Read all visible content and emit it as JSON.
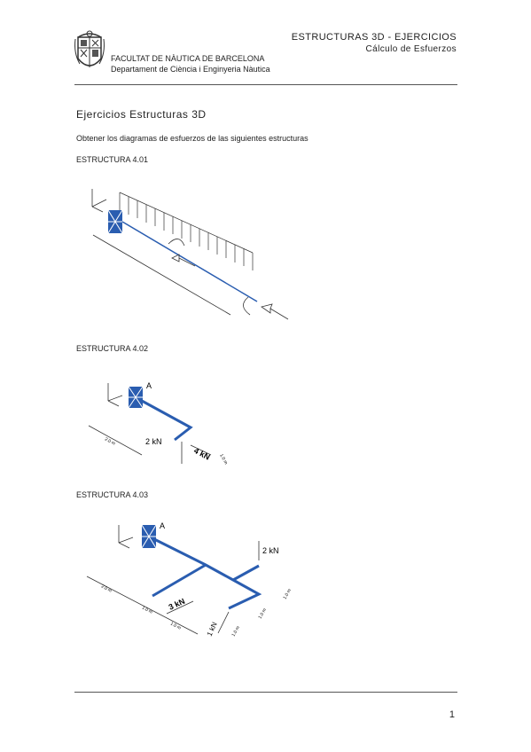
{
  "header": {
    "doc_title": "ESTRUCTURAS 3D - EJERCICIOS",
    "doc_subtitle": "Cálculo de Esfuerzos",
    "faculty": "FACULTAT DE NÀUTICA DE BARCELONA",
    "department": "Departament de Ciència i Enginyeria Nàutica"
  },
  "content": {
    "title": "Ejercicios Estructuras 3D",
    "intro": "Obtener los diagramas de esfuerzos de las siguientes estructuras",
    "structures": [
      {
        "label": "ESTRUCTURA 4.01"
      },
      {
        "label": "ESTRUCTURA 4.02",
        "support": "A",
        "dim": "2.0 m",
        "dim2": "1.0 m",
        "load1": "2 kN",
        "load2": "4 kN"
      },
      {
        "label": "ESTRUCTURA 4.03",
        "support": "A",
        "dim1": "2.0 m",
        "dim2": "1.0 m",
        "dim3": "1.0 m",
        "dim4": "1.0 m",
        "dim5": "1.0 m",
        "dim6": "1.0 m",
        "load1": "2 kN",
        "load2": "3 kN",
        "load3": "1 kN"
      }
    ]
  },
  "footer": {
    "page": "1"
  },
  "colors": {
    "beam": "#2a5db0",
    "rule": "#555555"
  },
  "icons": {
    "logo": "university-crest-icon",
    "support": "fixed-support-icon"
  }
}
